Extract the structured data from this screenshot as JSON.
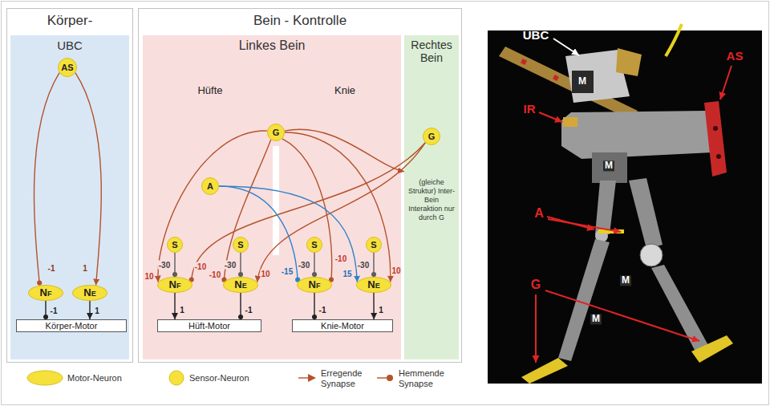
{
  "diagram": {
    "nodes": [
      {
        "text": [
          "Körper-"
        ]
      },
      {
        "text": [
          "UBC"
        ],
        "in": 0
      },
      {
        "text": [
          "AS"
        ],
        "in": 1
      },
      {
        "text": [
          "NF"
        ],
        "in": 1
      },
      {
        "text": [
          "NE"
        ],
        "in": 1
      },
      {
        "text": [
          "Körper-Motor"
        ],
        "in": 1
      },
      {
        "text": [
          "Bein - Kontrolle"
        ]
      },
      {
        "text": [
          "Linkes Bein"
        ],
        "in": 6
      },
      {
        "text": [
          "G"
        ],
        "in": 7
      },
      {
        "text": [
          "A"
        ],
        "in": 7
      },
      {
        "text": [
          "S"
        ],
        "in": 7
      },
      {
        "text": [
          "S"
        ],
        "in": 7
      },
      {
        "text": [
          "S"
        ],
        "in": 7
      },
      {
        "text": [
          "S"
        ],
        "in": 7
      },
      {
        "text": [
          "NF"
        ],
        "in": 7
      },
      {
        "text": [
          "NE"
        ],
        "in": 7
      },
      {
        "text": [
          "NF"
        ],
        "in": 7
      },
      {
        "text": [
          "NE"
        ],
        "in": 7
      },
      {
        "text": [
          "Hüft-Motor"
        ],
        "in": 7
      },
      {
        "text": [
          "Knie-Motor"
        ],
        "in": 7
      },
      {
        "text": [
          "Rechtes Bein",
          "(gleiche Struktur) Inter-Bein Interaktion nur durch G"
        ],
        "in": 6
      },
      {
        "text": [
          "G"
        ],
        "in": 20
      }
    ],
    "edges": [
      {
        "from": 2,
        "to": 3,
        "arrow": "to",
        "label": "-1"
      },
      {
        "from": 2,
        "to": 4,
        "arrow": "to",
        "label": "1"
      },
      {
        "from": 3,
        "to": 5,
        "arrow": "to",
        "label": "-1"
      },
      {
        "from": 4,
        "to": 5,
        "arrow": "to",
        "label": "1"
      },
      {
        "from": 8,
        "to": 14,
        "arrow": "to",
        "label": "10"
      },
      {
        "from": 8,
        "to": 15,
        "arrow": "to",
        "label": "-10"
      },
      {
        "from": 8,
        "to": 16,
        "arrow": "to",
        "label": "-10"
      },
      {
        "from": 8,
        "to": 17,
        "arrow": "to",
        "label": "10"
      },
      {
        "from": 8,
        "to": 20,
        "arrow": "to"
      },
      {
        "from": 21,
        "to": 14,
        "arrow": "to",
        "label": "-10"
      },
      {
        "from": 21,
        "to": 15,
        "arrow": "to",
        "label": "10"
      },
      {
        "from": 9,
        "to": 16,
        "arrow": "to",
        "label": "-15"
      },
      {
        "from": 9,
        "to": 17,
        "arrow": "to",
        "label": "15"
      },
      {
        "from": 10,
        "to": 14,
        "arrow": "to",
        "label": "-30"
      },
      {
        "from": 11,
        "to": 15,
        "arrow": "to",
        "label": "-30"
      },
      {
        "from": 12,
        "to": 16,
        "arrow": "to",
        "label": "-30"
      },
      {
        "from": 13,
        "to": 17,
        "arrow": "to",
        "label": "-30"
      },
      {
        "from": 14,
        "to": 18,
        "arrow": "to",
        "label": "1"
      },
      {
        "from": 15,
        "to": 18,
        "arrow": "to",
        "label": "-1"
      },
      {
        "from": 16,
        "to": 19,
        "arrow": "to",
        "label": "-1"
      },
      {
        "from": 17,
        "to": 19,
        "arrow": "to",
        "label": "1"
      }
    ],
    "labels": [
      "Hüfte",
      "Knie",
      "UBC",
      "AS",
      "IR",
      "M",
      "M",
      "M",
      "M",
      "A",
      "G"
    ],
    "legend": [
      {
        "text": "Motor-Neuron"
      },
      {
        "text": "Sensor-Neuron"
      },
      {
        "text": "Erregende Synapse"
      },
      {
        "text": "Hemmende Synapse"
      }
    ]
  }
}
